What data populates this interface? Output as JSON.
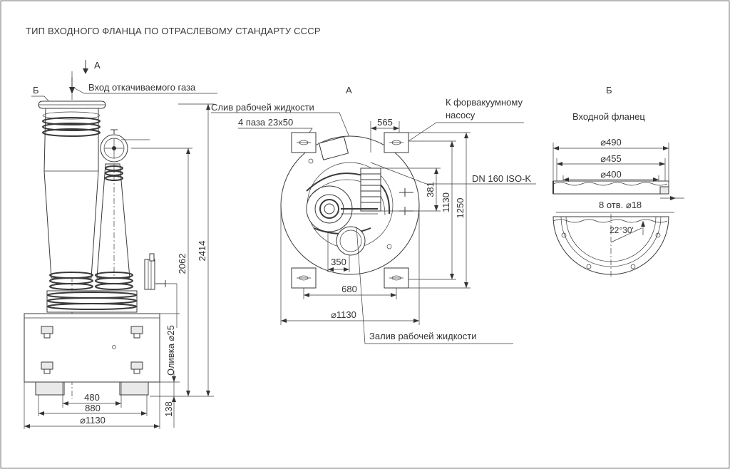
{
  "title": "ТИП ВХОДНОГО ФЛАНЦА ПО ОТРАСЛЕВОМУ СТАНДАРТУ СССР",
  "side_view": {
    "arrow_a": "А",
    "mark_b": "Б",
    "inlet_label": "Вход откачиваемого газа",
    "drain_label": "Слив рабочей жидкости",
    "dim_2414": "2414",
    "dim_2062": "2062",
    "dim_138": "138",
    "dim_480": "480",
    "dim_880": "880",
    "dim_1130": "⌀1130",
    "outlet_label": "Оливка ⌀25"
  },
  "top_view": {
    "view_label": "А",
    "slots_label": "4 паза 23х50",
    "forevac_label_1": "К форвакуумному",
    "forevac_label_2": "насосу",
    "dim_565": "565",
    "dim_381": "381",
    "dim_1130": "1130",
    "dim_1250": "1250",
    "dn_label": "DN 160 ISO-K",
    "dim_350": "350",
    "dim_680": "680",
    "dim_d1130": "⌀1130",
    "fill_label": "Залив рабочей жидкости"
  },
  "flange_view": {
    "view_label": "Б",
    "caption": "Входной фланец",
    "d490": "⌀490",
    "d455": "⌀455",
    "d400": "⌀400",
    "holes": "8 отв. ⌀18",
    "angle": "22°30'"
  }
}
